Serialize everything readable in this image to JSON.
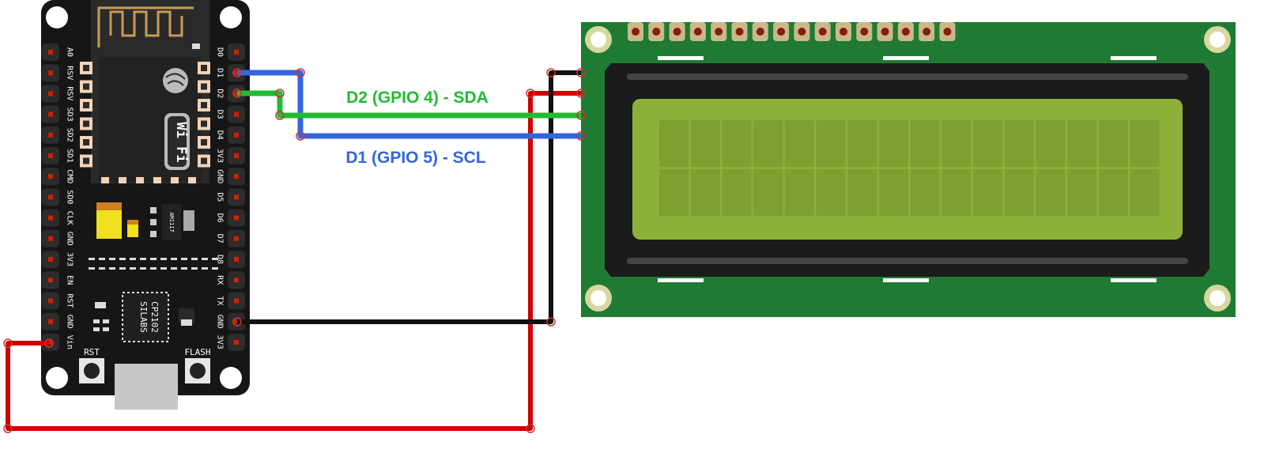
{
  "board": {
    "left_pins": [
      "A0",
      "RSV",
      "RSV",
      "SD3",
      "SD2",
      "SD1",
      "CMD",
      "SD0",
      "CLK",
      "GND",
      "3V3",
      "EN",
      "RST",
      "GND",
      "Vin"
    ],
    "right_pins": [
      "D0",
      "D1",
      "D2",
      "D3",
      "D4",
      "3V3",
      "GND",
      "D5",
      "D6",
      "D7",
      "D8",
      "RX",
      "TX",
      "GND",
      "3V3"
    ],
    "chip_line1": "SILABS",
    "chip_line2": "CP2102",
    "regulator_label": "AM1117",
    "wifi_label": "Wi Fi",
    "rst_label": "RST",
    "flash_label": "FLASH"
  },
  "wires": {
    "sda_label": "D2 (GPIO 4) - SDA",
    "scl_label": "D1 (GPIO 5) - SCL",
    "sda_color": "#22bb33",
    "scl_color": "#3366dd",
    "power_color": "#cc0000",
    "ground_color": "#111111"
  },
  "lcd": {
    "columns": 16,
    "rows": 2,
    "header_pin_count": 16,
    "pcb_color": "#1f7a34",
    "screen_color": "#8db03a"
  }
}
